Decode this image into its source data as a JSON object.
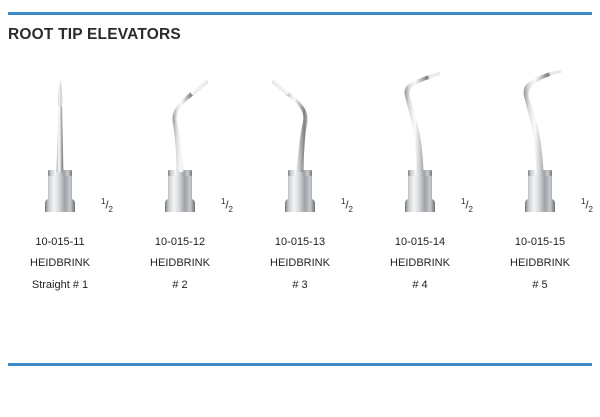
{
  "document": {
    "title": "ROOT TIP ELEVATORS",
    "accent_color": "#3d8bc9",
    "text_color": "#231f20",
    "background_color": "#ffffff"
  },
  "rules": {
    "top_name": "top-divider",
    "bottom_name": "bottom-divider"
  },
  "scale": {
    "label": "1/2",
    "numerator": "1",
    "denominator": "2"
  },
  "products": [
    {
      "code": "10-015-11",
      "brand": "HEIDBRINK",
      "variant": "Straight # 1",
      "scale": "1/2",
      "shape": "straight"
    },
    {
      "code": "10-015-12",
      "brand": "HEIDBRINK",
      "variant": "# 2",
      "scale": "1/2",
      "shape": "bayonet-right"
    },
    {
      "code": "10-015-13",
      "brand": "HEIDBRINK",
      "variant": "# 3",
      "scale": "1/2",
      "shape": "bayonet-left"
    },
    {
      "code": "10-015-14",
      "brand": "HEIDBRINK",
      "variant": "# 4",
      "scale": "1/2",
      "shape": "hook-right"
    },
    {
      "code": "10-015-15",
      "brand": "HEIDBRINK",
      "variant": "# 5",
      "scale": "1/2",
      "shape": "hook-left-angular"
    }
  ]
}
